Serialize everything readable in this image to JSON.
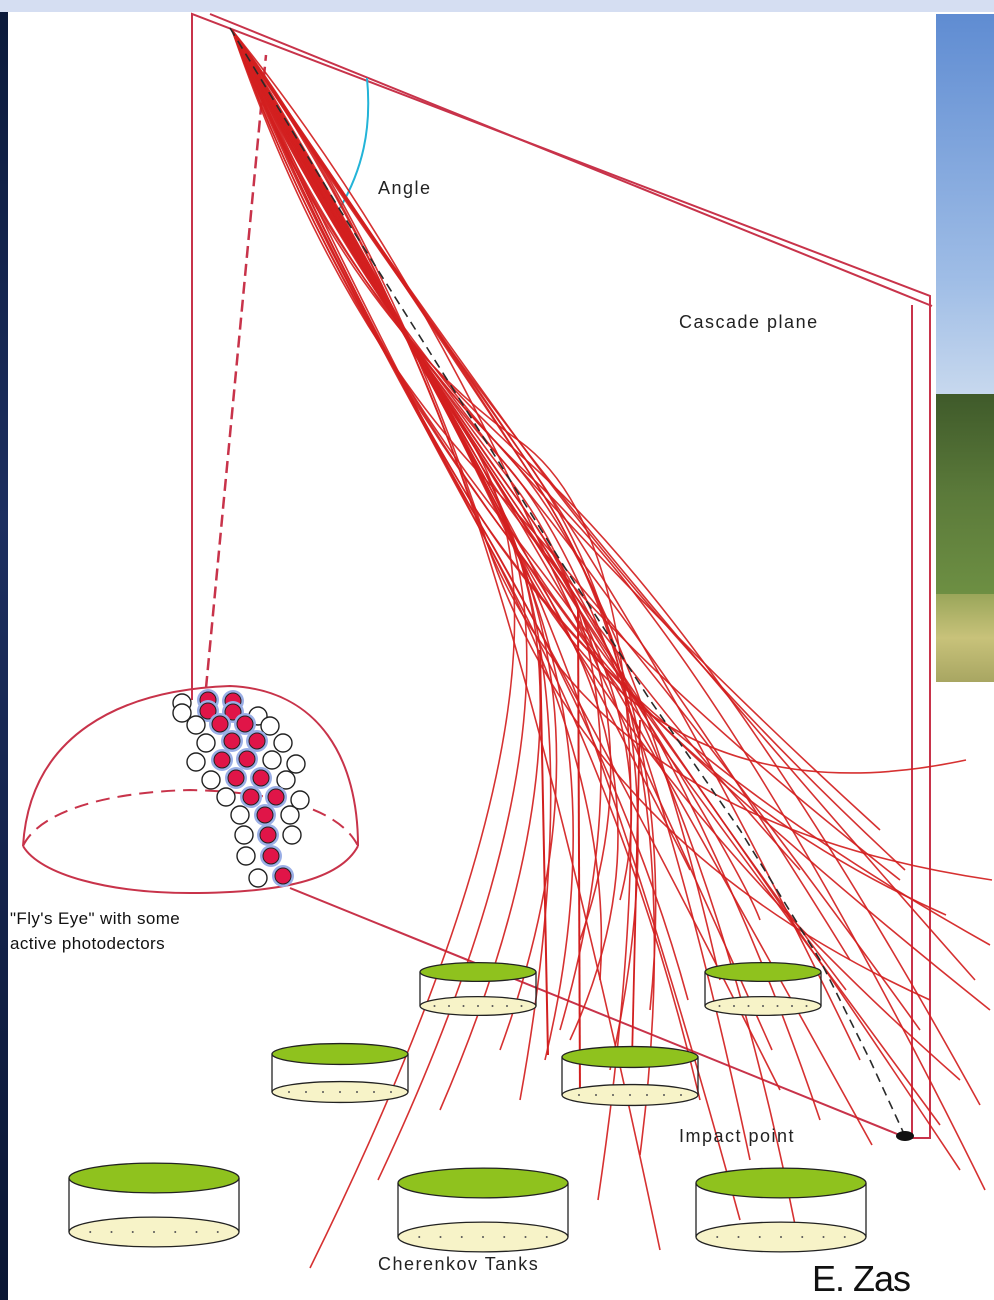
{
  "labels": {
    "angle": "Angle",
    "cascade_plane": "Cascade plane",
    "flys_eye_line1": "\"Fly's Eye\" with some",
    "flys_eye_line2": "active photodectors",
    "impact_point": "Impact point",
    "cherenkov_tanks": "Cherenkov Tanks",
    "author": "E. Zas"
  },
  "colors": {
    "shower": "#d21f1f",
    "frame": "#c8334a",
    "angle_arc": "#23b4d8",
    "tank_lid": "#8fc21e",
    "tank_bottom": "#f7f3c8",
    "active_pmt": "#e01548",
    "pmt_ring": "#9aaee6"
  }
}
